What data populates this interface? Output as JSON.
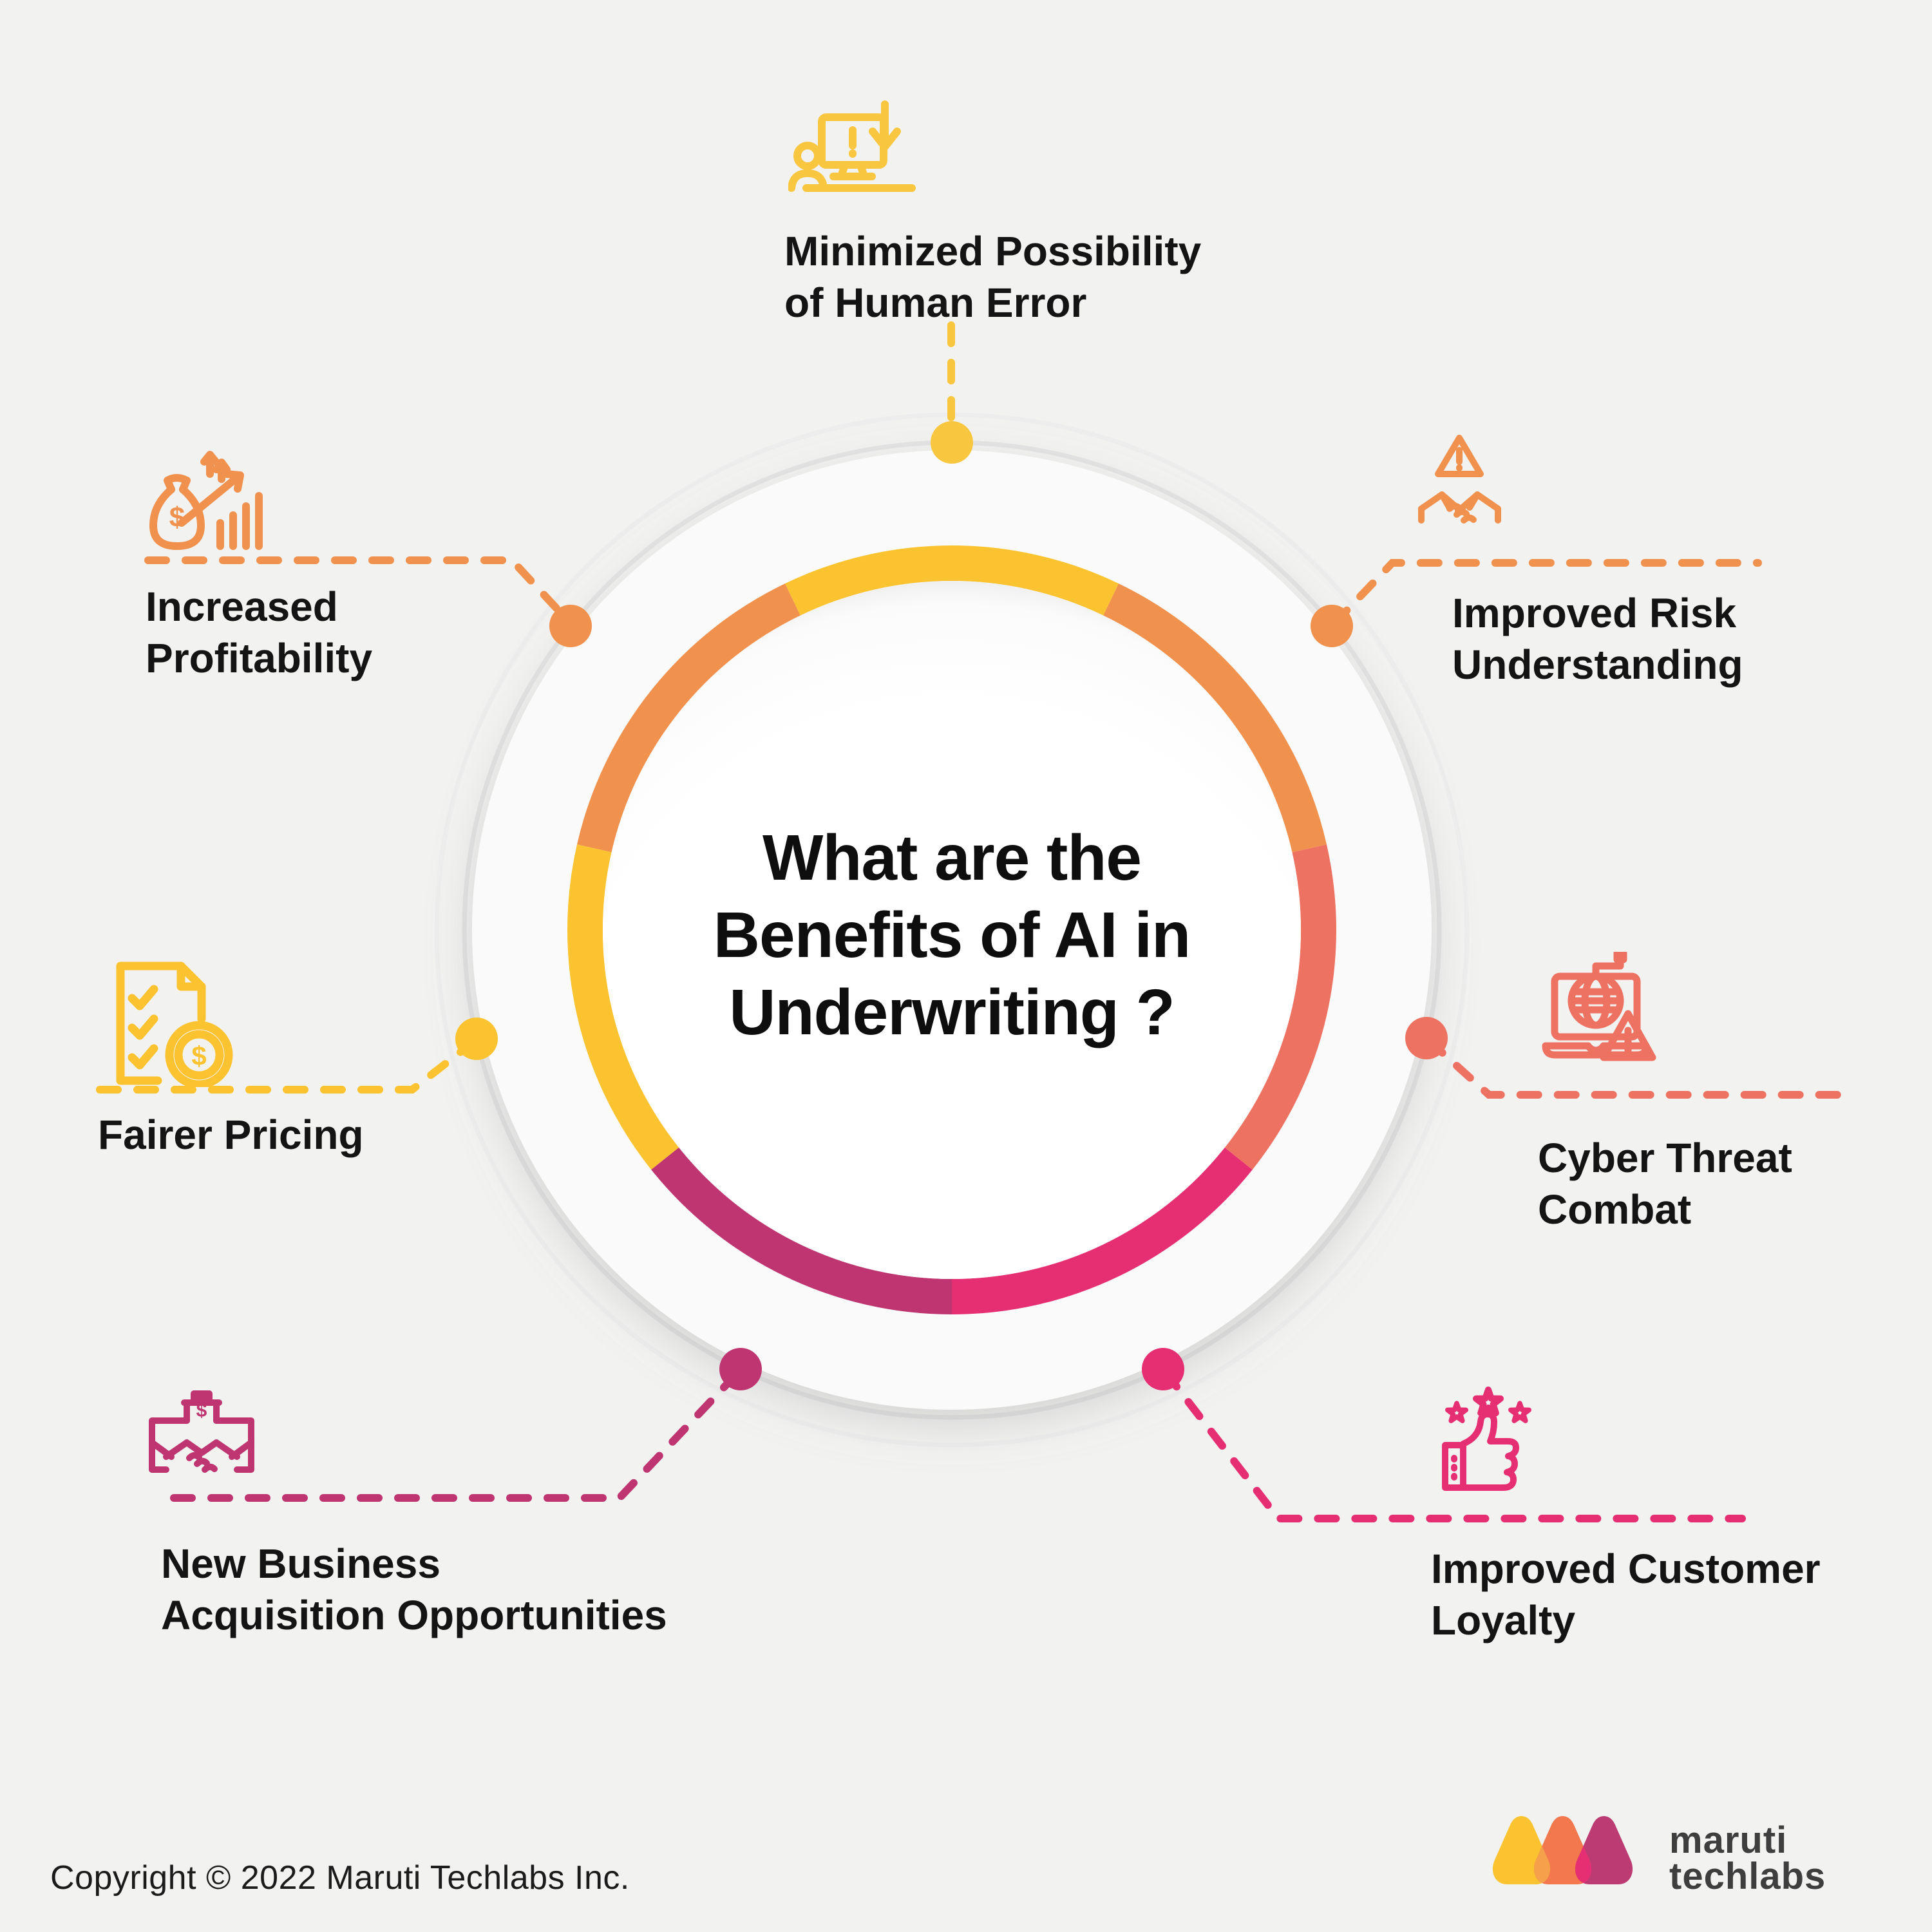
{
  "title": {
    "line1": "What are the",
    "line2": "Benefits of AI in",
    "line3": "Underwriting ?"
  },
  "benefits": [
    {
      "id": "minimized-human-error",
      "line1": "Minimized Possibility",
      "line2": "of Human Error",
      "color": "#F8C63F",
      "icon": "person-computer-alert-icon"
    },
    {
      "id": "improved-risk-understanding",
      "line1": "Improved Risk",
      "line2": "Understanding",
      "color": "#F1914E",
      "icon": "handshake-alert-icon"
    },
    {
      "id": "cyber-threat-combat",
      "line1": "Cyber Threat",
      "line2": "Combat",
      "color": "#EE7261",
      "icon": "laptop-globe-alert-icon"
    },
    {
      "id": "improved-customer-loyalty",
      "line1": "Improved Customer",
      "line2": "Loyalty",
      "color": "#E62E73",
      "icon": "thumbs-up-stars-icon"
    },
    {
      "id": "new-business-acquisition",
      "line1": "New Business",
      "line2": "Acquisition Opportunities",
      "color": "#BE3572",
      "icon": "buildings-handshake-icon"
    },
    {
      "id": "fairer-pricing",
      "line1": "Fairer Pricing",
      "line2": "",
      "color": "#FBC32F",
      "icon": "checklist-coin-icon"
    },
    {
      "id": "increased-profitability",
      "line1": "Increased",
      "line2": "Profitability",
      "color": "#F1914E",
      "icon": "money-bag-chart-icon"
    }
  ],
  "ring": {
    "top": "#FBC32F",
    "upper_left": "#F1914E",
    "left": "#FBC32F",
    "bottom_left": "#BE3572",
    "bottom_right": "#E62E73",
    "right": "#EE7261",
    "upper_right": "#F1914E"
  },
  "glyphs": {
    "dollar": "$",
    "exclamation": "!"
  },
  "footer": {
    "copyright": "Copyright © 2022 Maruti Techlabs Inc.",
    "logo_word1": "maruti",
    "logo_word2": "techlabs"
  },
  "colors": {
    "background": "#F2F2F1",
    "label_text": "#141414",
    "title_text": "#0E0E0E",
    "arc_light": "#E4E4E4",
    "arc_faint": "#EDEDED",
    "arc_dark": "#C9CACB",
    "disk_fill": "#FAFAFA",
    "logo_yellow": "#FBC32F",
    "logo_orange": "#F3784E",
    "logo_magenta": "#BC3B72",
    "logo_overlap_left": "#F5A04A",
    "logo_overlap_right": "#E62E73",
    "logo_text": "#3E3E3E"
  }
}
